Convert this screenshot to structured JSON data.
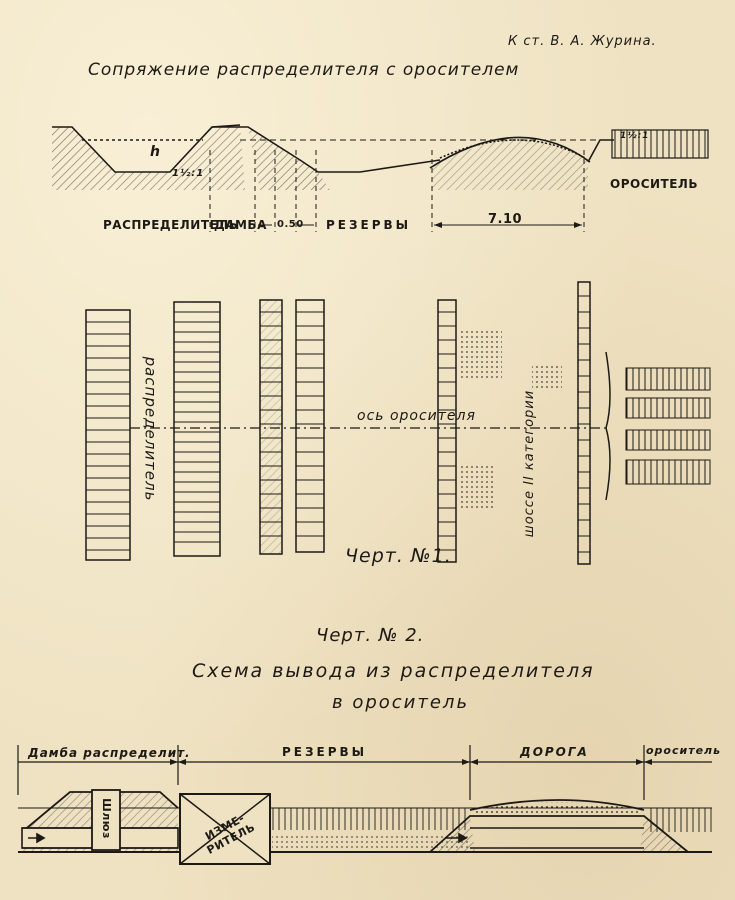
{
  "header": {
    "author": "К ст. В. А. Журина.",
    "title_section": "Сопряжение распределителя с оросителем"
  },
  "section1": {
    "labels": {
      "distributor": "РАСПРЕДЕЛИТЕЛЬ",
      "dam": "ДАМБА",
      "gap": "0.50",
      "reserves": "РЕЗЕРВЫ",
      "distance": "7.10",
      "irrigator": "ОРОСИТЕЛЬ",
      "h_mark": "h",
      "slope": "1½:1",
      "slope2": "1½:1"
    }
  },
  "plan": {
    "distributor_label": "распределитель",
    "axis_label": "ось оросителя",
    "highway_label": "шоссе II категории",
    "figure_label": "Черт. №1."
  },
  "section2": {
    "figure_label": "Черт. № 2.",
    "title_line1": "Схема вывода из распределителя",
    "title_line2": "в ороситель",
    "labels": {
      "dam": "Дамба распределит.",
      "reserves": "РЕЗЕРВЫ",
      "road": "ДОРОГА",
      "irrigator": "ороситель",
      "meter": "ИЗМЕ-РИТЕЛЬ",
      "sluice": "Шлюз"
    }
  }
}
